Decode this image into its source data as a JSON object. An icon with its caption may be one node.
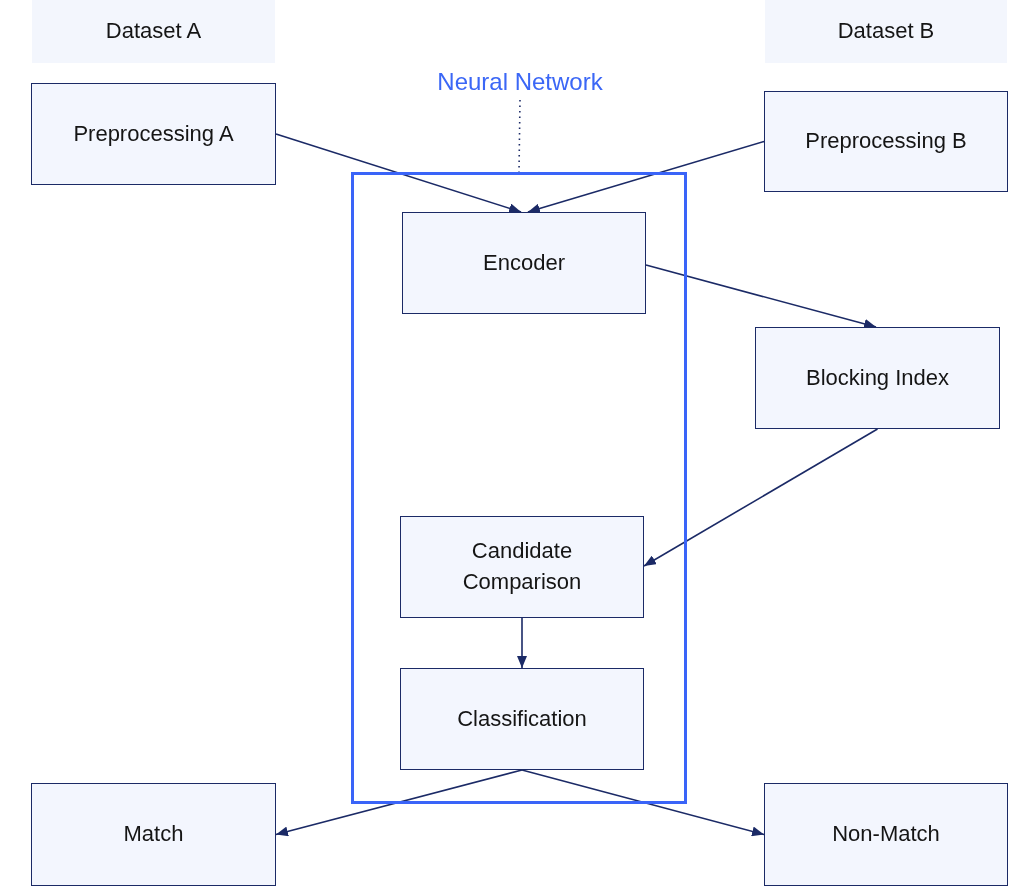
{
  "diagram": {
    "nodes": [
      {
        "text": [
          "Dataset A"
        ]
      },
      {
        "text": [
          "Dataset B"
        ]
      },
      {
        "text": [
          "Neural Network"
        ]
      },
      {
        "text": [
          "Preprocessing A"
        ]
      },
      {
        "text": [
          "Preprocessing B"
        ]
      },
      {
        "text": [],
        "shape": "box"
      },
      {
        "text": [
          "Encoder"
        ],
        "in": 5
      },
      {
        "text": [
          "Blocking Index"
        ]
      },
      {
        "text": [
          "Candidate Comparison"
        ],
        "in": 5
      },
      {
        "text": [
          "Classification"
        ],
        "in": 5
      },
      {
        "text": [
          "Match"
        ]
      },
      {
        "text": [
          "Non-Match"
        ]
      }
    ],
    "edges": [
      {
        "from": 2,
        "to": 5,
        "arrow": "none",
        "style": "dashed"
      },
      {
        "from": 3,
        "to": 6,
        "arrow": "to"
      },
      {
        "from": 4,
        "to": 6,
        "arrow": "to"
      },
      {
        "from": 6,
        "to": 7,
        "arrow": "to"
      },
      {
        "from": 7,
        "to": 8,
        "arrow": "to"
      },
      {
        "from": 8,
        "to": 9,
        "arrow": "to"
      },
      {
        "from": 9,
        "to": 10,
        "arrow": "to"
      },
      {
        "from": 9,
        "to": 11,
        "arrow": "to"
      }
    ]
  }
}
